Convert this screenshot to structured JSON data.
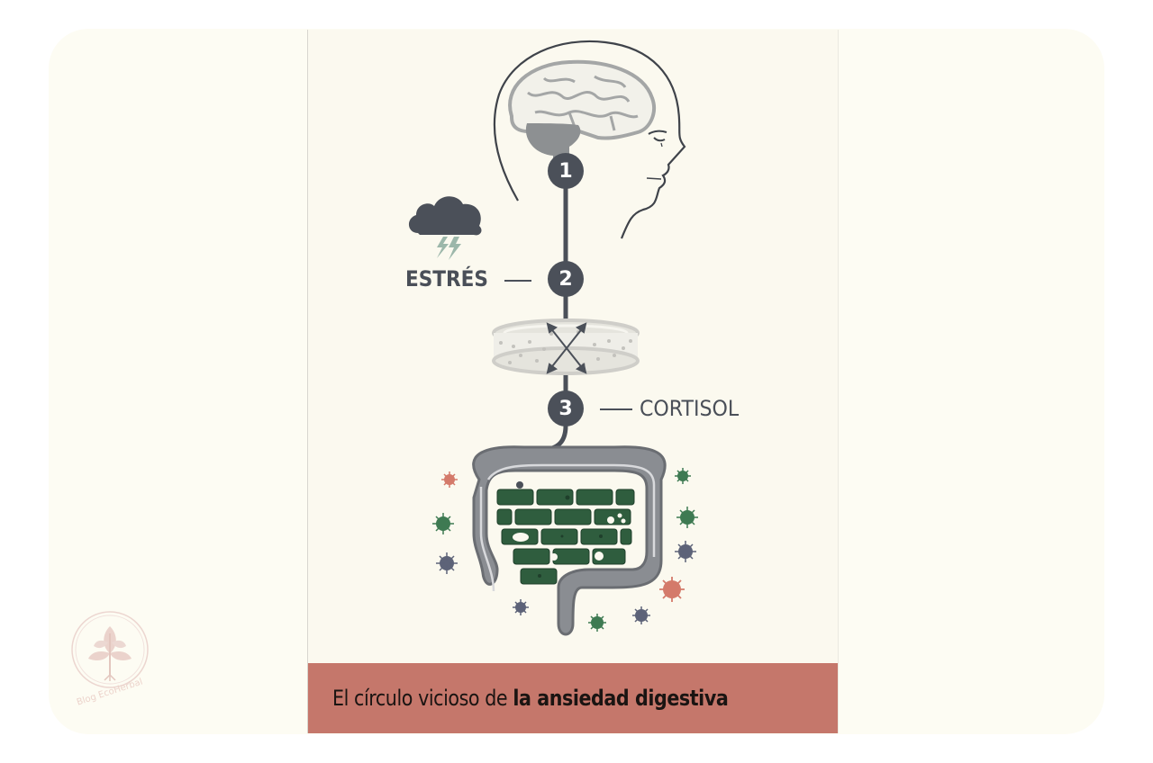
{
  "diagram": {
    "title_regular": "El círculo vicioso de ",
    "title_bold": "la ansiedad digestiva",
    "steps": [
      {
        "number": "1",
        "node": "brain"
      },
      {
        "number": "2",
        "label": "ESTRÉS"
      },
      {
        "number": "3",
        "label": "CORTISOL"
      }
    ],
    "icons": {
      "head": "head-profile-with-brain",
      "storm": "storm-cloud-lightning",
      "barrier": "permeable-membrane-arrows",
      "intestine": "large-intestine-with-damaged-wall",
      "microbes": "bacteria-virus-particles"
    },
    "colors": {
      "background": "#fdfcf3",
      "panel": "#fbf9ef",
      "caption_band": "#c5776b",
      "node_dark": "#4b5059",
      "intestine_gray": "#8a8d92",
      "gut_wall_green": "#2f5d3e",
      "microbe_red": "#d47a6a",
      "microbe_green": "#3e7a52",
      "microbe_slate": "#5d6378"
    }
  },
  "watermark": {
    "text": "Blog EcoHerbal"
  }
}
